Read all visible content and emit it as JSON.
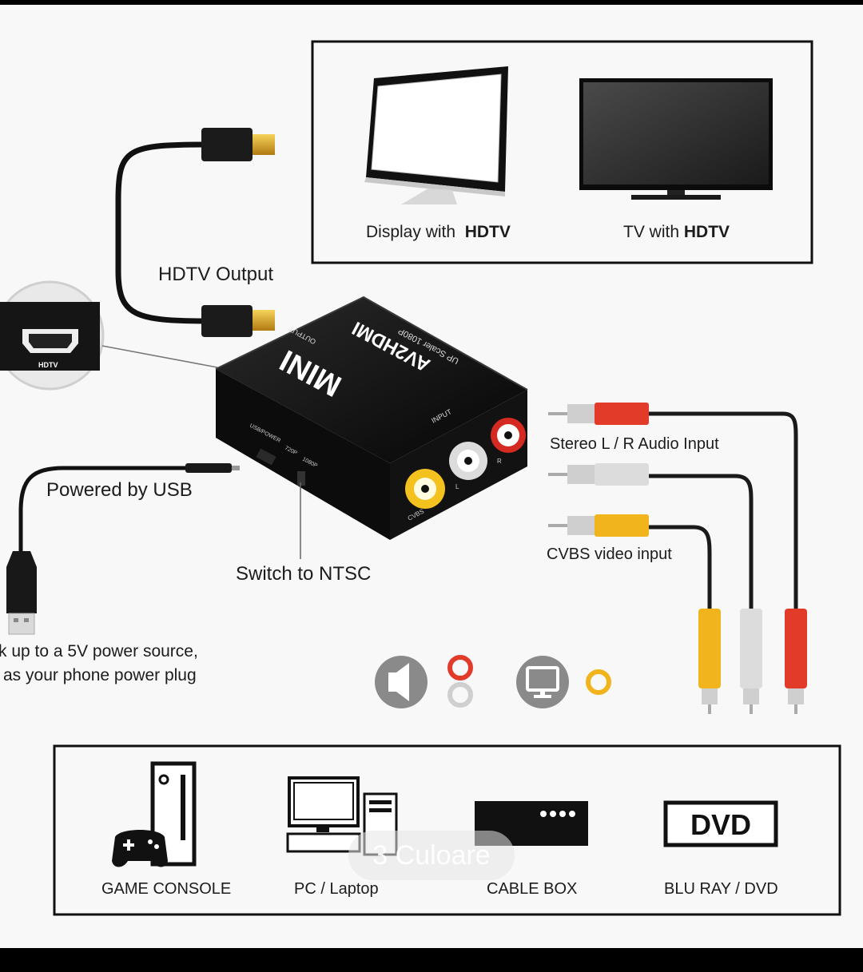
{
  "displays": {
    "monitor_label_prefix": "Display with",
    "monitor_label_strong": "HDTV",
    "tv_label_prefix": "TV with",
    "tv_label_strong": "HDTV"
  },
  "device": {
    "brand": "MINI",
    "model": "AV2HDMI",
    "subtitle": "UP Scaler 1080P",
    "output_port": "OUTPUT",
    "input_port": "INPUT",
    "usb_power_port": "USB/POWER",
    "switch_720": "720P",
    "switch_1080": "1080P",
    "jack_l": "L",
    "jack_r": "R",
    "jack_cvbs": "CVBS"
  },
  "callouts": {
    "hdtv_output": "HDTV Output",
    "hdtv_port_label": "HDTV",
    "powered_by_usb": "Powered by USB",
    "switch_ntsc": "Switch to NTSC",
    "stereo_input": "Stereo L / R Audio Input",
    "cvbs_input": "CVBS video input",
    "power_note_line1": "k up to a 5V power source,",
    "power_note_line2": "as your phone power plug"
  },
  "sources": [
    {
      "label": "GAME CONSOLE",
      "icon": "game-console-icon"
    },
    {
      "label": "PC / Laptop",
      "icon": "pc-laptop-icon"
    },
    {
      "label": "CABLE BOX",
      "icon": "cable-box-icon"
    },
    {
      "label": "BLU RAY / DVD",
      "icon": "dvd-player-icon",
      "badge": "DVD"
    }
  ],
  "watermark": "3 Culoare",
  "colors": {
    "red_plug": "#e23b2a",
    "white_plug": "#dcdcdc",
    "yellow_plug": "#f2b41c",
    "device_body": "#161616"
  }
}
